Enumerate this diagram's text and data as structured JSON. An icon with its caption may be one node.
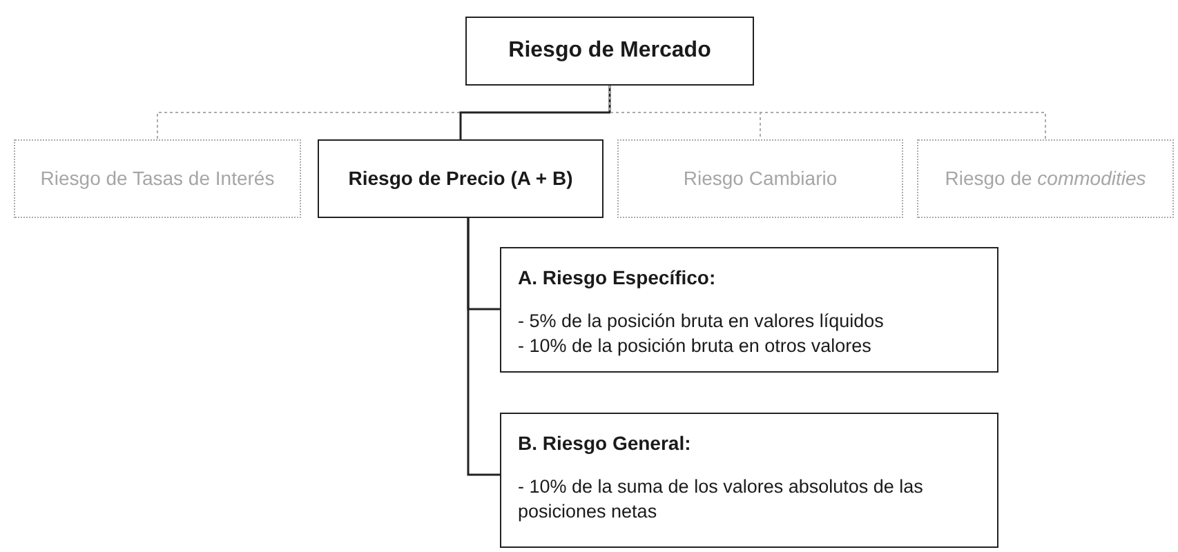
{
  "diagram": {
    "nodes": [
      {
        "text": [
          "Riesgo de Mercado"
        ]
      },
      {
        "text": [
          "Riesgo de Tasas de Interés"
        ]
      },
      {
        "text": [
          "Riesgo de Precio (A + B)"
        ]
      },
      {
        "text": [
          "Riesgo Cambiario"
        ]
      },
      {
        "text": [
          "Riesgo de *commodities*"
        ]
      },
      {
        "text": [
          "A. Riesgo Específico:",
          "- 5% de la posición bruta en valores líquidos",
          "- 10% de la posición bruta en otros valores"
        ]
      },
      {
        "text": [
          "B. Riesgo General:",
          "- 10% de la suma de los valores absolutos de las posiciones netas"
        ]
      }
    ],
    "edges": [
      {
        "from": 0,
        "to": 1,
        "arrow": "none",
        "style": "dashed",
        "color": "#aaaaaa"
      },
      {
        "from": 0,
        "to": 2,
        "arrow": "none",
        "color": "#222222"
      },
      {
        "from": 0,
        "to": 3,
        "arrow": "none",
        "style": "dashed",
        "color": "#aaaaaa"
      },
      {
        "from": 0,
        "to": 4,
        "arrow": "none",
        "style": "dashed",
        "color": "#aaaaaa"
      },
      {
        "from": 2,
        "to": 5,
        "arrow": "none",
        "color": "#222222"
      },
      {
        "from": 2,
        "to": 6,
        "arrow": "none",
        "color": "#222222"
      }
    ]
  }
}
